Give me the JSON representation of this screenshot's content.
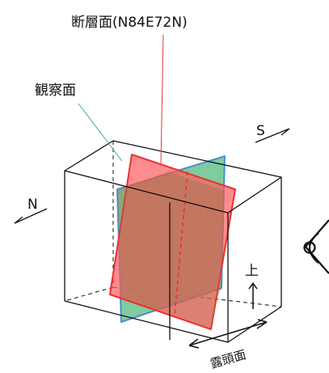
{
  "labels": {
    "fault_plane": "断層面(N84E72N)",
    "observation_plane": "観察面",
    "outcrop_face": "露頭面",
    "up": "上",
    "north": "N",
    "south": "S"
  },
  "icons": {
    "eye": "eye-icon",
    "up_arrow": "up-arrow-icon",
    "double_arrow": "double-headed-arrow-icon",
    "north_arrow": "north-direction-arrow-icon",
    "south_arrow": "south-direction-arrow-icon"
  },
  "colors": {
    "fault_plane": "#ff5b5b",
    "fault_leader": "#e23a3a",
    "observation_plane": "#5fbf8a",
    "observation_leader": "#3fb27a",
    "observation_edge": "#4a8fd0",
    "overlap": "#9a6a43",
    "box": "#111111"
  }
}
